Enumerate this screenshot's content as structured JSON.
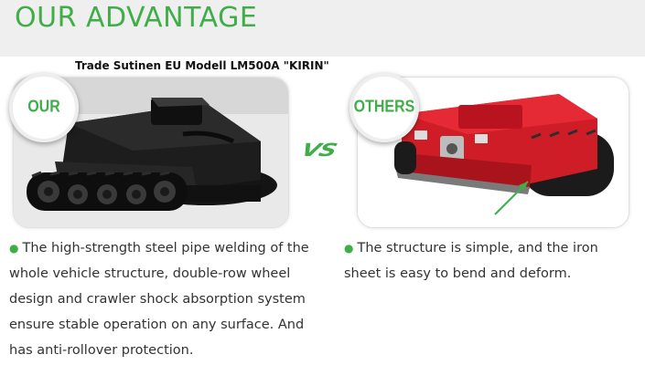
{
  "header": {
    "title": "OUR ADVANTAGE"
  },
  "model_caption": "Trade Sutinen EU Modell LM500A \"KIRIN\"",
  "ours": {
    "badge": "OUR",
    "description": "The high-strength steel pipe welding of the whole vehicle structure, double-row wheel design and crawler shock absorption system ensure stable operation on any surface. And has anti-rollover protection."
  },
  "vs_label": "VS",
  "others": {
    "badge": "OTHERS",
    "description": "The structure is simple, and the iron sheet is easy to bend and deform."
  },
  "colors": {
    "accent": "#3fae49",
    "ours_machine": "#1a1a1a",
    "others_machine": "#d81e2a"
  },
  "bullet_glyph": "●"
}
